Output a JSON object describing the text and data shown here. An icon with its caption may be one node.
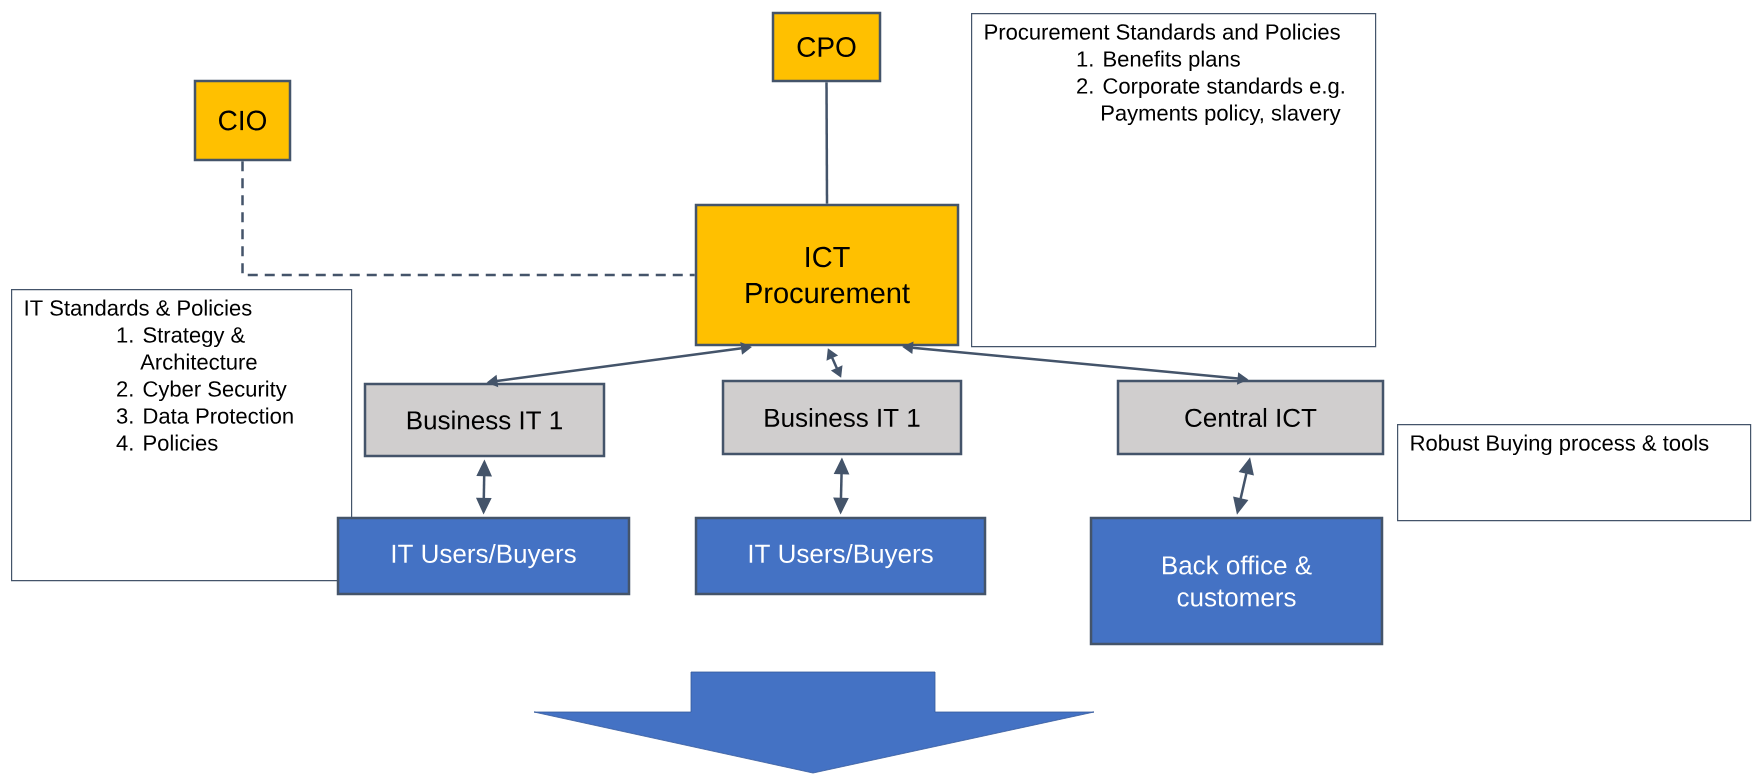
{
  "diagram": {
    "nodes": [
      {
        "text": [
          "CPO"
        ]
      },
      {
        "text": [
          "CIO"
        ]
      },
      {
        "text": [
          "ICT Procurement"
        ]
      },
      {
        "text": [
          "Procurement Standards and Policies",
          "1. Benefits plans",
          "2. Corporate standards e.g. Payments policy, slavery"
        ]
      },
      {
        "text": [
          "IT Standards & Policies",
          "1. Strategy & Architecture",
          "2. Cyber Security",
          "3. Data Protection",
          "4. Policies"
        ]
      },
      {
        "text": [
          "Business IT 1"
        ]
      },
      {
        "text": [
          "Business IT 1"
        ]
      },
      {
        "text": [
          "Central ICT"
        ]
      },
      {
        "text": [
          "Robust Buying process & tools"
        ]
      },
      {
        "text": [
          "IT Users/Buyers"
        ]
      },
      {
        "text": [
          "IT Users/Buyers"
        ]
      },
      {
        "text": [
          "Back office & customers"
        ]
      }
    ],
    "edges": [
      {
        "from": 0,
        "to": 2,
        "arrow": "none"
      },
      {
        "from": 1,
        "to": 2,
        "arrow": "none",
        "style": "dashed"
      },
      {
        "from": 2,
        "to": 5,
        "arrow": "both"
      },
      {
        "from": 2,
        "to": 6,
        "arrow": "both"
      },
      {
        "from": 2,
        "to": 7,
        "arrow": "both"
      },
      {
        "from": 5,
        "to": 9,
        "arrow": "both"
      },
      {
        "from": 6,
        "to": 10,
        "arrow": "both"
      },
      {
        "from": 7,
        "to": 11,
        "arrow": "both"
      }
    ]
  }
}
